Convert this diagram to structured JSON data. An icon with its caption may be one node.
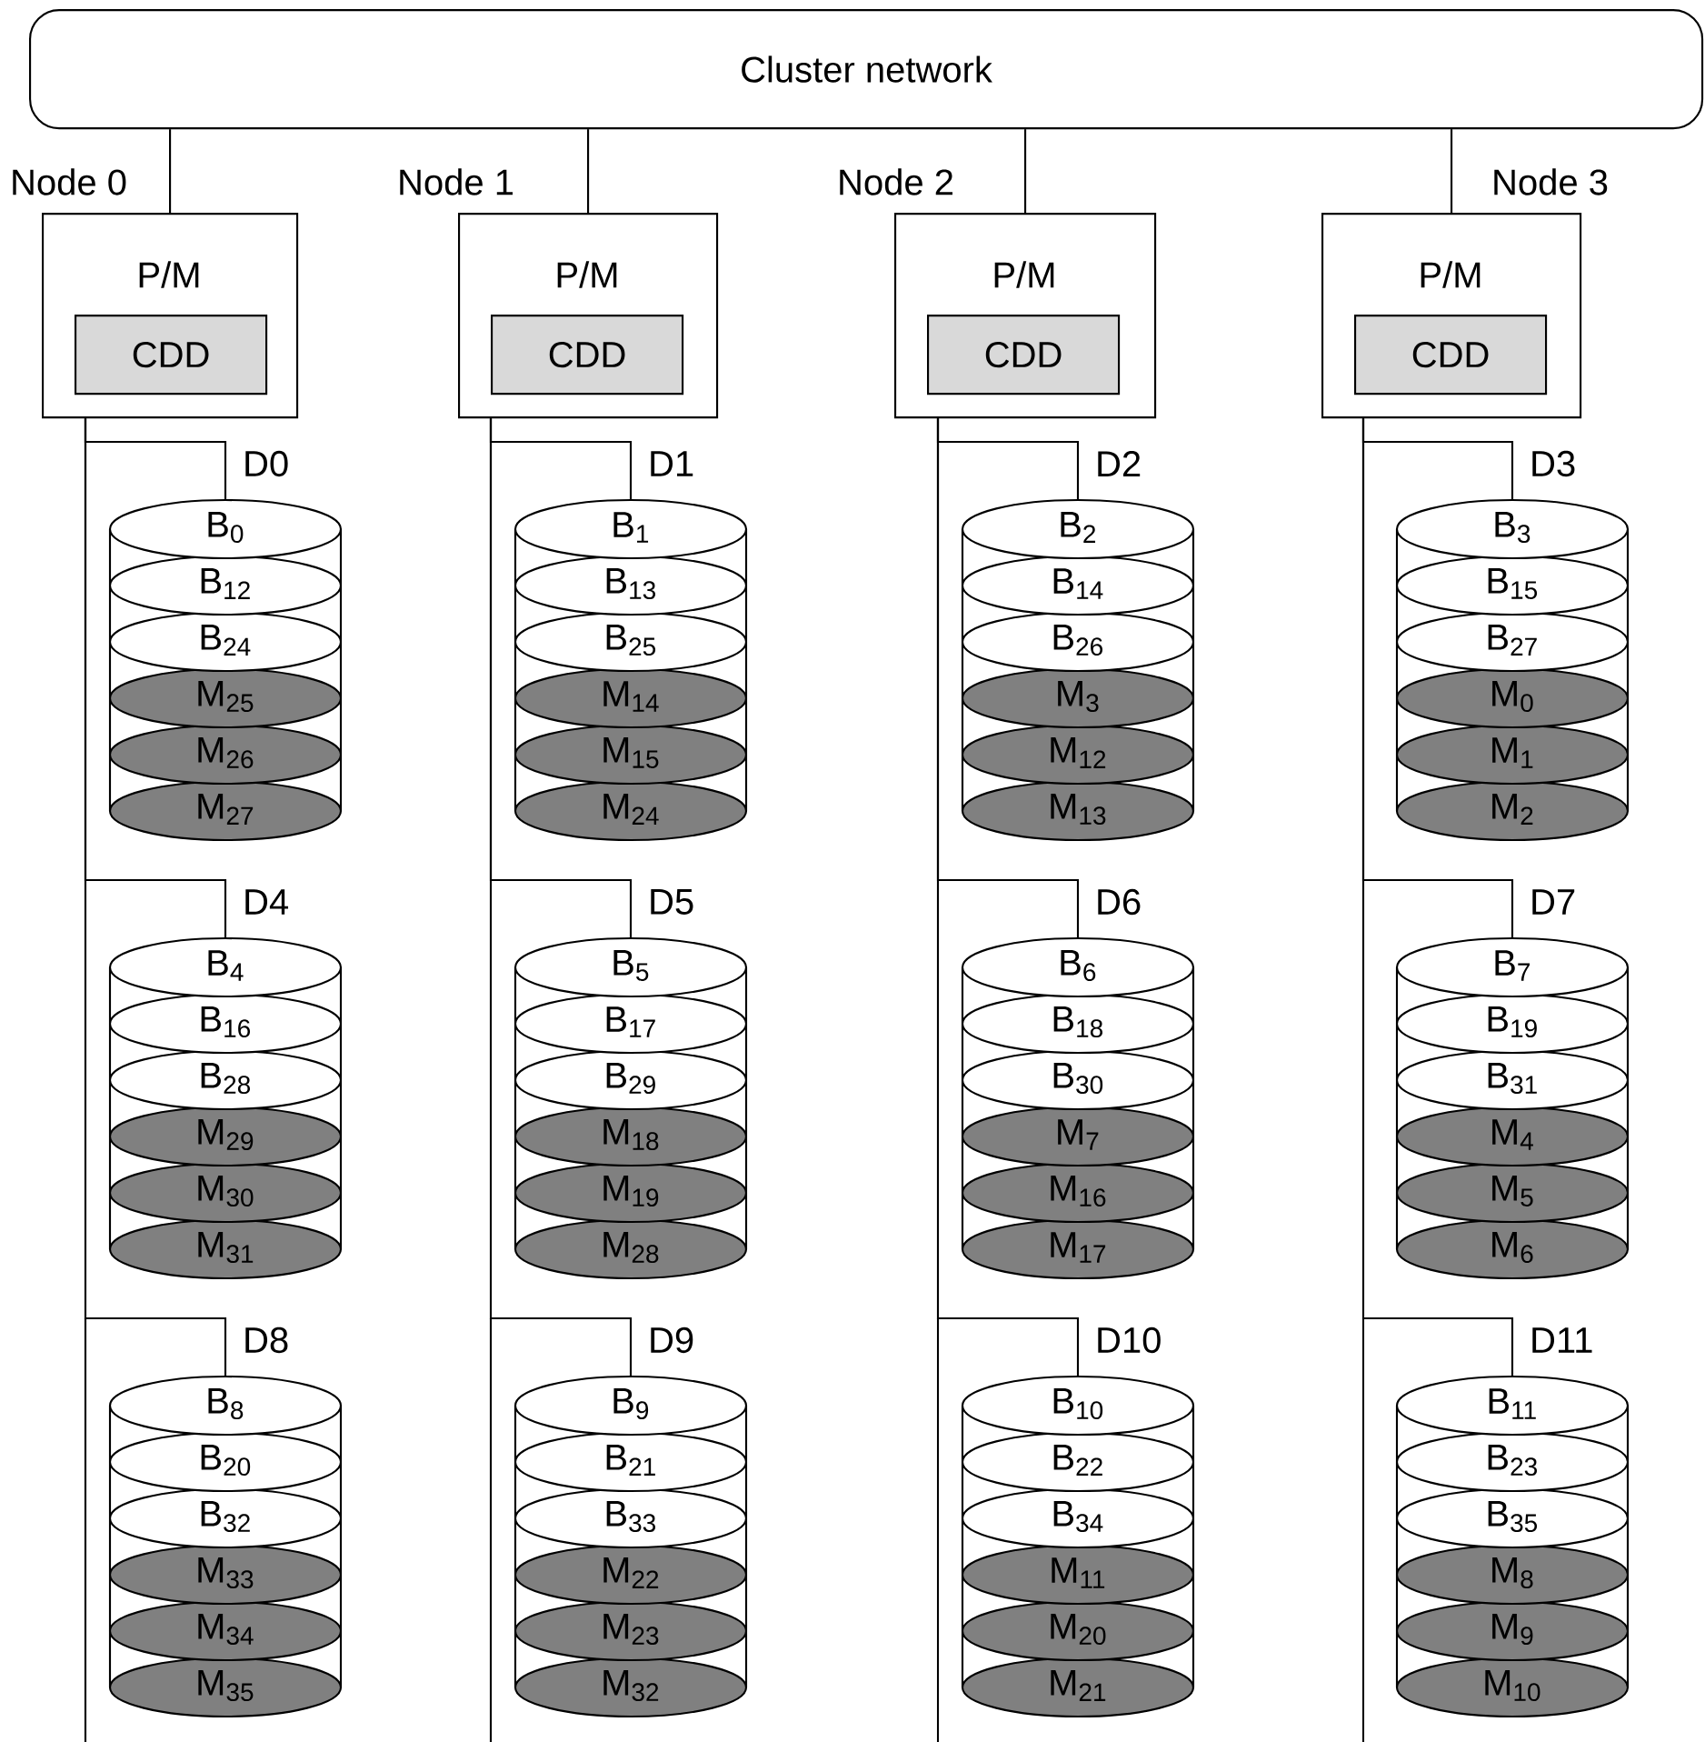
{
  "diagram": {
    "nodes": [
      {
        "text": [
          "Cluster network"
        ]
      },
      {
        "text": [
          "P/M"
        ],
        "beside": [
          "Node 0"
        ]
      },
      {
        "text": [
          "CDD"
        ],
        "in": 1
      },
      {
        "text": [
          "P/M"
        ],
        "beside": [
          "Node 1"
        ]
      },
      {
        "text": [
          "CDD"
        ],
        "in": 3
      },
      {
        "text": [
          "P/M"
        ],
        "beside": [
          "Node 2"
        ]
      },
      {
        "text": [
          "CDD"
        ],
        "in": 5
      },
      {
        "text": [
          "P/M"
        ],
        "beside": [
          "Node 3"
        ]
      },
      {
        "text": [
          "CDD"
        ],
        "in": 7
      },
      {
        "text": [
          "B$_{0}$",
          "B$_{12}$",
          "B$_{24}$",
          "M$_{25}$",
          "M$_{26}$",
          "M$_{27}$"
        ],
        "beside": [
          "D0"
        ]
      },
      {
        "text": [
          "B$_{1}$",
          "B$_{13}$",
          "B$_{25}$",
          "M$_{14}$",
          "M$_{15}$",
          "M$_{24}$"
        ],
        "beside": [
          "D1"
        ]
      },
      {
        "text": [
          "B$_{2}$",
          "B$_{14}$",
          "B$_{26}$",
          "M$_{3}$",
          "M$_{12}$",
          "M$_{13}$"
        ],
        "beside": [
          "D2"
        ]
      },
      {
        "text": [
          "B$_{3}$",
          "B$_{15}$",
          "B$_{27}$",
          "M$_{0}$",
          "M$_{1}$",
          "M$_{2}$"
        ],
        "beside": [
          "D3"
        ]
      },
      {
        "text": [
          "B$_{4}$",
          "B$_{16}$",
          "B$_{28}$",
          "M$_{29}$",
          "M$_{30}$",
          "M$_{31}$"
        ],
        "beside": [
          "D4"
        ]
      },
      {
        "text": [
          "B$_{5}$",
          "B$_{17}$",
          "B$_{29}$",
          "M$_{18}$",
          "M$_{19}$",
          "M$_{28}$"
        ],
        "beside": [
          "D5"
        ]
      },
      {
        "text": [
          "B$_{6}$",
          "B$_{18}$",
          "B$_{30}$",
          "M$_{7}$",
          "M$_{16}$",
          "M$_{17}$"
        ],
        "beside": [
          "D6"
        ]
      },
      {
        "text": [
          "B$_{7}$",
          "B$_{19}$",
          "B$_{31}$",
          "M$_{4}$",
          "M$_{5}$",
          "M$_{6}$"
        ],
        "beside": [
          "D7"
        ]
      },
      {
        "text": [
          "B$_{8}$",
          "B$_{20}$",
          "B$_{32}$",
          "M$_{33}$",
          "M$_{34}$",
          "M$_{35}$"
        ],
        "beside": [
          "D8"
        ]
      },
      {
        "text": [
          "B$_{9}$",
          "B$_{21}$",
          "B$_{33}$",
          "M$_{22}$",
          "M$_{23}$",
          "M$_{32}$"
        ],
        "beside": [
          "D9"
        ]
      },
      {
        "text": [
          "B$_{10}$",
          "B$_{22}$",
          "B$_{34}$",
          "M$_{11}$",
          "M$_{20}$",
          "M$_{21}$"
        ],
        "beside": [
          "D10"
        ]
      },
      {
        "text": [
          "B$_{11}$",
          "B$_{23}$",
          "B$_{35}$",
          "M$_{8}$",
          "M$_{9}$",
          "M$_{10}$"
        ],
        "beside": [
          "D11"
        ]
      }
    ],
    "edges": [
      {
        "from": 0,
        "to": 1,
        "arrow": "none"
      },
      {
        "from": 0,
        "to": 3,
        "arrow": "none"
      },
      {
        "from": 0,
        "to": 5,
        "arrow": "none"
      },
      {
        "from": 0,
        "to": 7,
        "arrow": "none"
      },
      {
        "from": 1,
        "to": 9,
        "arrow": "none"
      },
      {
        "from": 1,
        "to": 13,
        "arrow": "none"
      },
      {
        "from": 1,
        "to": 17,
        "arrow": "none"
      },
      {
        "from": 3,
        "to": 10,
        "arrow": "none"
      },
      {
        "from": 3,
        "to": 14,
        "arrow": "none"
      },
      {
        "from": 3,
        "to": 18,
        "arrow": "none"
      },
      {
        "from": 5,
        "to": 11,
        "arrow": "none"
      },
      {
        "from": 5,
        "to": 15,
        "arrow": "none"
      },
      {
        "from": 5,
        "to": 19,
        "arrow": "none"
      },
      {
        "from": 7,
        "to": 12,
        "arrow": "none"
      },
      {
        "from": 7,
        "to": 16,
        "arrow": "none"
      },
      {
        "from": 7,
        "to": 20,
        "arrow": "none"
      }
    ]
  }
}
